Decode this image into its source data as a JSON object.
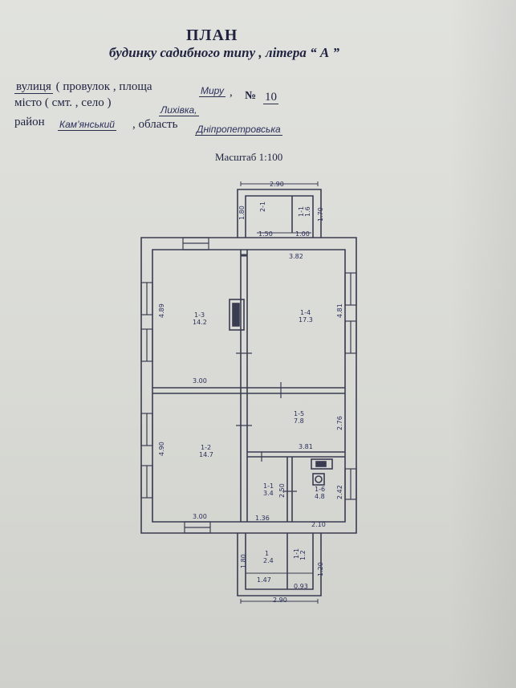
{
  "header": {
    "title": "ПЛАН",
    "subtitle": "будинку садибного типу , літера “ А ”"
  },
  "address": {
    "street_label": "вулиця",
    "street_rest": " ( провулок , площа",
    "street_value": "Миру",
    "sep1": ",",
    "number_label": "№",
    "number_value": "10",
    "city_label": "місто ( смт. , село )",
    "city_value": "Лихівка,",
    "district_label": "район",
    "district_value": "Кам’янський",
    "region_label": ", область",
    "region_value": "Дніпропетровська"
  },
  "scale": "Масштаб 1:100",
  "rooms": [
    {
      "id": "1-3",
      "area": "14.2"
    },
    {
      "id": "1-4",
      "area": "17.3"
    },
    {
      "id": "1-2",
      "area": "14.7"
    },
    {
      "id": "1-5",
      "area": "7.8"
    },
    {
      "id": "1-1",
      "area": "3.4"
    },
    {
      "id": "1-6",
      "area": "4.8"
    },
    {
      "id": "2-1",
      "area": ""
    },
    {
      "id": "1-1",
      "area": "1.6"
    },
    {
      "id": "1",
      "area": "2.4"
    },
    {
      "id": "1-1",
      "area": "1.2"
    }
  ],
  "dimensions": {
    "top_porch_width": "2.90",
    "top_porch_left": "1.50",
    "top_porch_right": "1.00",
    "top_porch_h1": "1.80",
    "top_porch_h2": "1.70",
    "top_wall": "3.82",
    "left_upper": "4.89",
    "right_upper": "4.81",
    "mid_left": "3.00",
    "left_lower": "4.90",
    "right_mid": "2.76",
    "inner_right": "3.81",
    "inner_vert": "2.50",
    "right_lower": "2.42",
    "bottom_left": "3.00",
    "bottom_mid": "1.36",
    "bottom_right": "2.10",
    "bot_porch_h1": "1.80",
    "bot_porch_h2": "1.20",
    "bot_porch_left": "1.47",
    "bot_porch_right": "0.93",
    "bot_porch_width": "2.90"
  }
}
